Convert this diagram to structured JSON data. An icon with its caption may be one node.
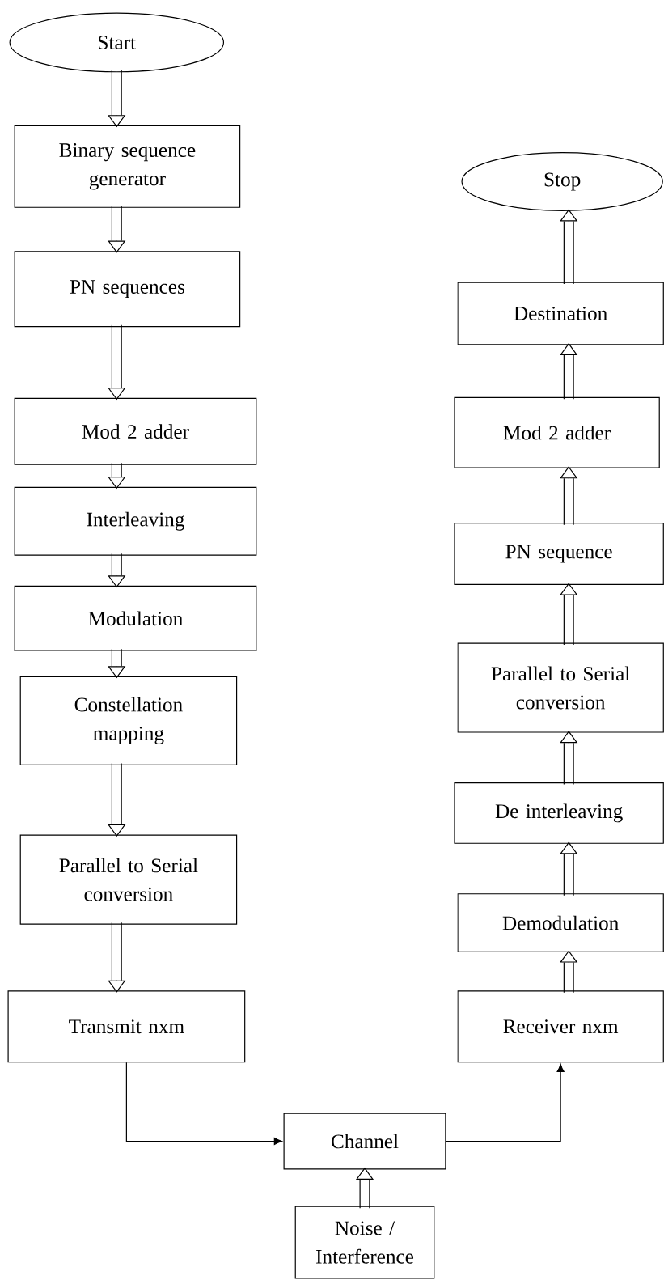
{
  "diagram": {
    "nodes": [
      {
        "text": [
          "Start"
        ]
      },
      {
        "text": [
          "Binary sequence generator"
        ]
      },
      {
        "text": [
          "PN sequences"
        ]
      },
      {
        "text": [
          "Mod 2 adder"
        ]
      },
      {
        "text": [
          "Interleaving"
        ]
      },
      {
        "text": [
          "Modulation"
        ]
      },
      {
        "text": [
          "Constellation mapping"
        ]
      },
      {
        "text": [
          "Parallel to Serial conversion"
        ]
      },
      {
        "text": [
          "Transmit nxm"
        ]
      },
      {
        "text": [
          "Channel"
        ]
      },
      {
        "text": [
          "Noise / Interference"
        ]
      },
      {
        "text": [
          "Receiver nxm"
        ]
      },
      {
        "text": [
          "Demodulation"
        ]
      },
      {
        "text": [
          "De interleaving"
        ]
      },
      {
        "text": [
          "Parallel to Serial conversion"
        ]
      },
      {
        "text": [
          "PN sequence"
        ]
      },
      {
        "text": [
          "Mod 2 adder"
        ]
      },
      {
        "text": [
          "Destination"
        ]
      },
      {
        "text": [
          "Stop"
        ]
      }
    ],
    "edges": [
      {
        "from": 0,
        "to": 1,
        "arrow": "to"
      },
      {
        "from": 1,
        "to": 2,
        "arrow": "to"
      },
      {
        "from": 2,
        "to": 3,
        "arrow": "to"
      },
      {
        "from": 3,
        "to": 4,
        "arrow": "to"
      },
      {
        "from": 4,
        "to": 5,
        "arrow": "to"
      },
      {
        "from": 5,
        "to": 6,
        "arrow": "to"
      },
      {
        "from": 6,
        "to": 7,
        "arrow": "to"
      },
      {
        "from": 7,
        "to": 8,
        "arrow": "to"
      },
      {
        "from": 8,
        "to": 9,
        "arrow": "to"
      },
      {
        "from": 10,
        "to": 9,
        "arrow": "to"
      },
      {
        "from": 9,
        "to": 11,
        "arrow": "to"
      },
      {
        "from": 11,
        "to": 12,
        "arrow": "to"
      },
      {
        "from": 12,
        "to": 13,
        "arrow": "to"
      },
      {
        "from": 13,
        "to": 14,
        "arrow": "to"
      },
      {
        "from": 14,
        "to": 15,
        "arrow": "to"
      },
      {
        "from": 15,
        "to": 16,
        "arrow": "to"
      },
      {
        "from": 16,
        "to": 17,
        "arrow": "to"
      },
      {
        "from": 17,
        "to": 18,
        "arrow": "to"
      }
    ]
  }
}
